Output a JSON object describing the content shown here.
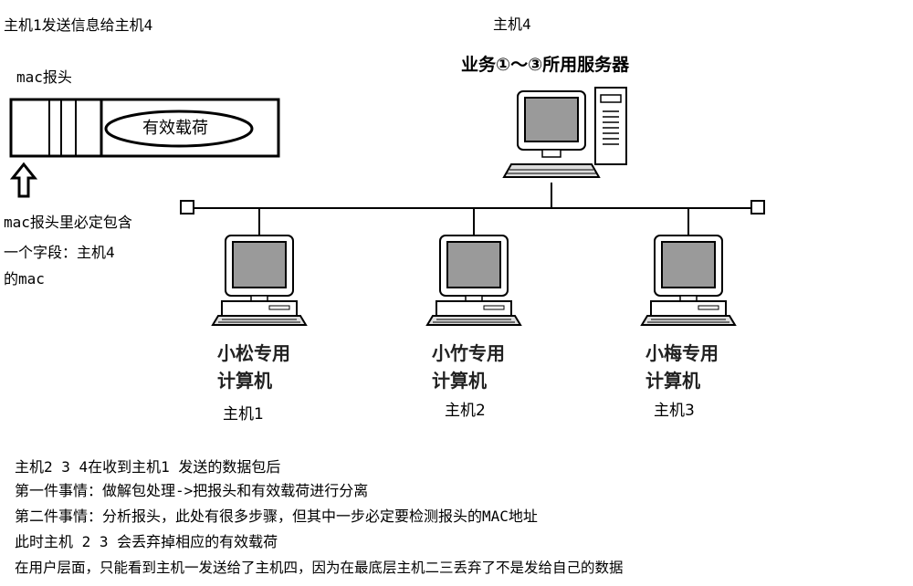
{
  "title": "主机1发送信息给主机4",
  "frame": {
    "label": "mac报头",
    "payload": "有效载荷",
    "note_lines": [
      "mac报头里必定包含",
      "一个字段：主机4",
      "的mac"
    ]
  },
  "server": {
    "name": "主机4",
    "caption": "业务①～③所用服务器"
  },
  "clients": [
    {
      "caption_line1": "小松专用",
      "caption_line2": "计算机",
      "host": "主机1"
    },
    {
      "caption_line1": "小竹专用",
      "caption_line2": "计算机",
      "host": "主机2"
    },
    {
      "caption_line1": "小梅专用",
      "caption_line2": "计算机",
      "host": "主机3"
    }
  ],
  "notes": [
    "主机2 3 4在收到主机1 发送的数据包后",
    "第一件事情：做解包处理->把报头和有效载荷进行分离",
    "第二件事情：分析报头，此处有很多步骤，但其中一步必定要检测报头的MAC地址",
    "此时主机 2 3 会丢弃掉相应的有效载荷",
    "在用户层面，只能看到主机一发送给了主机四，因为在最底层主机二三丢弃了不是发给自己的数据"
  ]
}
